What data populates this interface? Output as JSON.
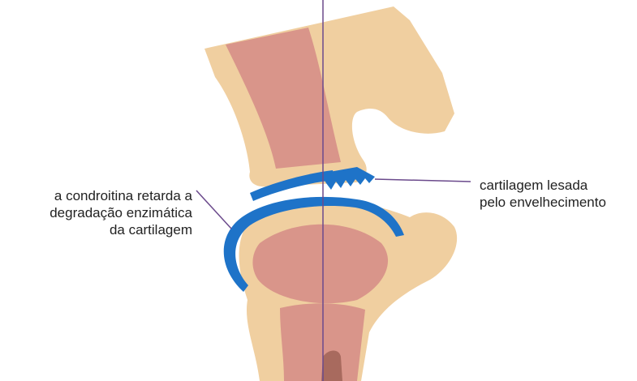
{
  "annotations": {
    "left": {
      "lines": [
        "a condroitina retarda a",
        "degradação enzimática",
        "da cartilagem"
      ]
    },
    "right": {
      "lines": [
        "cartilagem lesada",
        "pelo envelhecimento"
      ]
    }
  },
  "colors": {
    "bone": "#f0cfa0",
    "marrow": "#d9958a",
    "marrow_dark": "#a86a5e",
    "cartilage": "#1e73c8",
    "leader_line": "#6b4a8c",
    "text": "#222222"
  }
}
